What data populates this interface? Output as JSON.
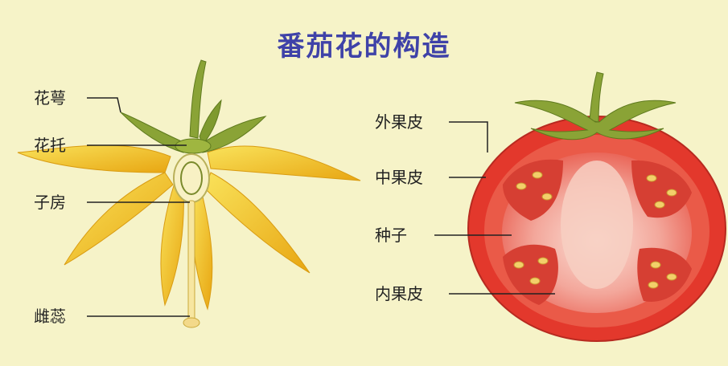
{
  "title": "番茄花的构造",
  "flower_labels": [
    "花萼",
    "花托",
    "子房",
    "雌蕊"
  ],
  "fruit_labels": [
    "外果皮",
    "中果皮",
    "种子",
    "内果皮"
  ],
  "colors": {
    "background": "#f6f3c8",
    "title": "#3f42a8",
    "petal": "#f4c61c",
    "sepal": "#8aa336",
    "tomato_skin": "#e3382c",
    "tomato_flesh": "#f2a49a"
  }
}
